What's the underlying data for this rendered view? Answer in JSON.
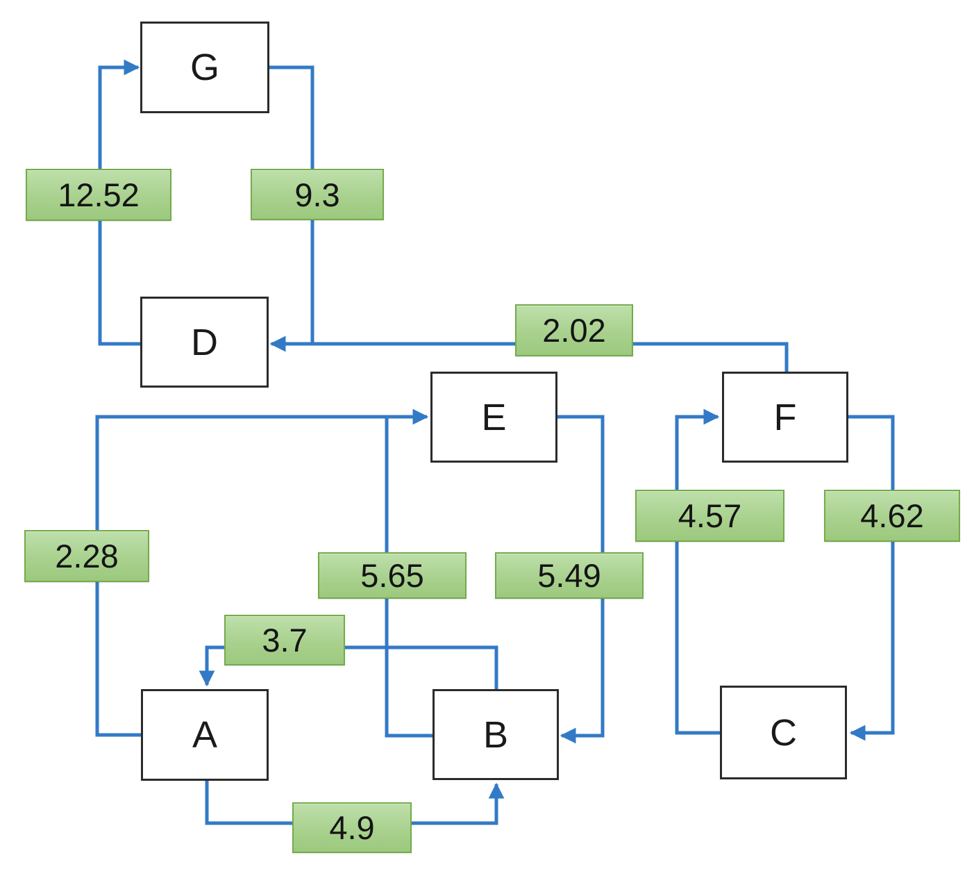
{
  "diagram": {
    "title": "weighted directed graph",
    "nodes": {
      "G": {
        "label": "G"
      },
      "D": {
        "label": "D"
      },
      "E": {
        "label": "E"
      },
      "F": {
        "label": "F"
      },
      "A": {
        "label": "A"
      },
      "B": {
        "label": "B"
      },
      "C": {
        "label": "C"
      }
    },
    "edges": {
      "D_G": {
        "from": "D",
        "to": "G",
        "weight": "12.52"
      },
      "G_D": {
        "from": "G",
        "to": "D",
        "weight": "9.3"
      },
      "F_D": {
        "from": "F",
        "to": "D",
        "weight": "2.02"
      },
      "A_E": {
        "from": "A",
        "to": "E",
        "weight": "2.28"
      },
      "B_E": {
        "from": "B",
        "to": "E",
        "weight": "5.65"
      },
      "E_B": {
        "from": "E",
        "to": "B",
        "weight": "5.49"
      },
      "B_A": {
        "from": "B",
        "to": "A",
        "weight": "3.7"
      },
      "A_B": {
        "from": "A",
        "to": "B",
        "weight": "4.9"
      },
      "C_F": {
        "from": "C",
        "to": "F",
        "weight": "4.57"
      },
      "F_C": {
        "from": "F",
        "to": "C",
        "weight": "4.62"
      }
    },
    "colors": {
      "connector_blue": "#337ac6",
      "label_fill": "#a9d18e",
      "label_border": "#74ab4a",
      "node_border": "#2b2b2b",
      "background": "#ffffff"
    }
  }
}
